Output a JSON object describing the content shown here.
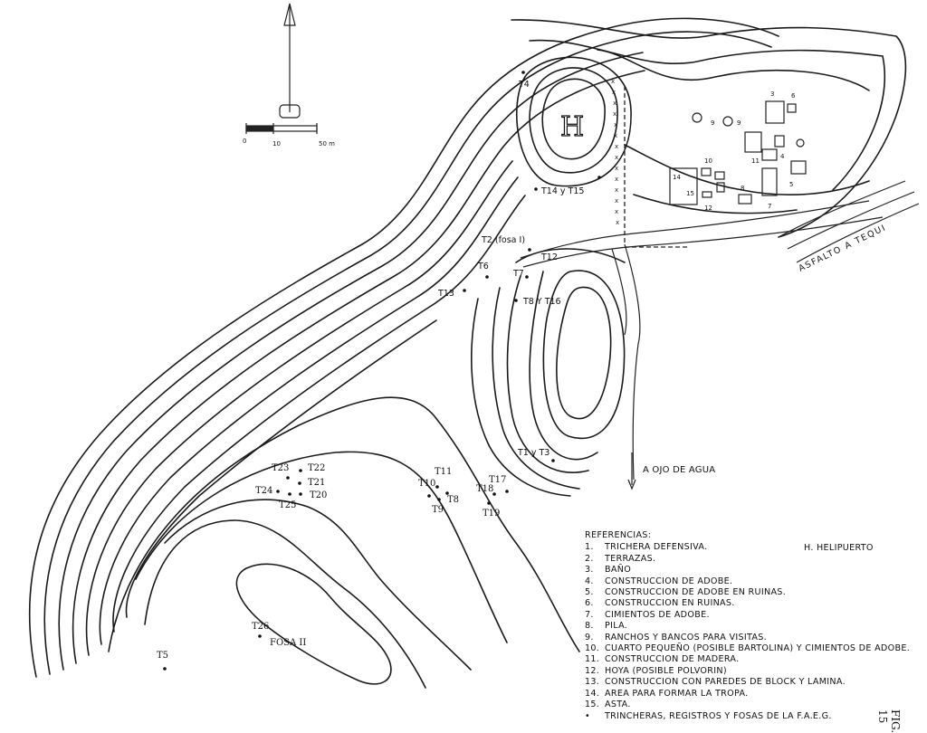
{
  "scale": {
    "ticks": [
      "0",
      "10",
      "50 m"
    ]
  },
  "labels": {
    "ojo_de_agua": "A OJO DE AGUA",
    "asfalto": "ASFALTO A TEQUI",
    "fig": "FIG. 15",
    "fosa_ii": "FOSA II",
    "heli": "H",
    "heli_key": "H. HELIPUERTO"
  },
  "points": [
    {
      "label": "T4"
    },
    {
      "label": "T14 y T15"
    },
    {
      "label": "T2 (fosa I)"
    },
    {
      "label": "T12"
    },
    {
      "label": "T6"
    },
    {
      "label": "T7"
    },
    {
      "label": "T13"
    },
    {
      "label": "T8 Y T16"
    },
    {
      "label": "T1 y T3"
    },
    {
      "label": "T23"
    },
    {
      "label": "T22"
    },
    {
      "label": "T21"
    },
    {
      "label": "T24"
    },
    {
      "label": "T20"
    },
    {
      "label": "T25"
    },
    {
      "label": "T11"
    },
    {
      "label": "T10"
    },
    {
      "label": "T8"
    },
    {
      "label": "T9"
    },
    {
      "label": "T17"
    },
    {
      "label": "T18"
    },
    {
      "label": "T19"
    },
    {
      "label": "T26"
    },
    {
      "label": "T5"
    }
  ],
  "building_numbers": [
    "3",
    "6",
    "9",
    "9",
    "4",
    "11",
    "10",
    "14",
    "15",
    "8",
    "12",
    "5",
    "7"
  ],
  "legend": {
    "title": "REFERENCIAS:",
    "items": [
      {
        "n": "1.",
        "t": "TRICHERA DEFENSIVA."
      },
      {
        "n": "2.",
        "t": "TERRAZAS."
      },
      {
        "n": "3.",
        "t": "BAÑO"
      },
      {
        "n": "4.",
        "t": "CONSTRUCCION DE ADOBE."
      },
      {
        "n": "5.",
        "t": "CONSTRUCCION DE ADOBE EN RUINAS."
      },
      {
        "n": "6.",
        "t": "CONSTRUCCION EN RUINAS."
      },
      {
        "n": "7.",
        "t": "CIMIENTOS DE ADOBE."
      },
      {
        "n": "8.",
        "t": "PILA."
      },
      {
        "n": "9.",
        "t": "RANCHOS Y BANCOS PARA VISITAS."
      },
      {
        "n": "10.",
        "t": "CUARTO PEQUEÑO (POSIBLE BARTOLINA) Y CIMIENTOS DE ADOBE."
      },
      {
        "n": "11.",
        "t": "CONSTRUCCION DE MADERA."
      },
      {
        "n": "12.",
        "t": "HOYA (POSIBLE POLVORIN)"
      },
      {
        "n": "13.",
        "t": "CONSTRUCCION CON PAREDES DE BLOCK Y LAMINA."
      },
      {
        "n": "14.",
        "t": "AREA PARA FORMAR LA TROPA."
      },
      {
        "n": "15.",
        "t": "ASTA."
      },
      {
        "n": "•",
        "t": "TRINCHERAS, REGISTROS Y FOSAS DE LA F.A.E.G."
      }
    ]
  }
}
